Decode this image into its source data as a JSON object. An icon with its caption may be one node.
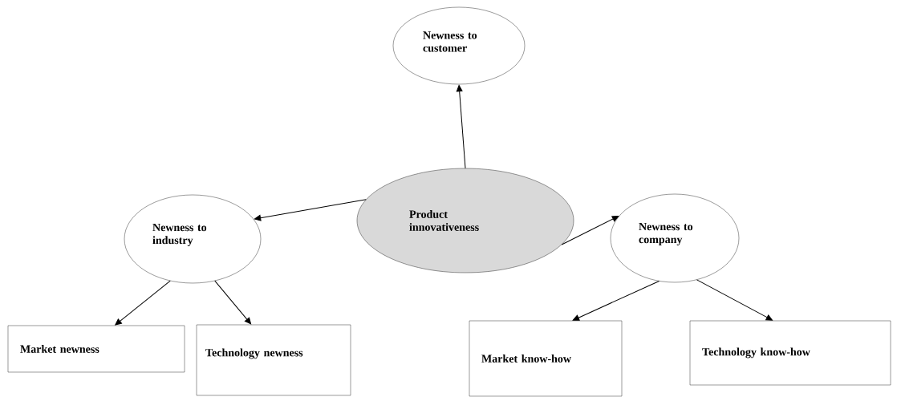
{
  "diagram": {
    "nodes": [
      {
        "text": [
          "Product innovativeness"
        ]
      },
      {
        "text": [
          "Newness to customer"
        ]
      },
      {
        "text": [
          "Newness to industry"
        ]
      },
      {
        "text": [
          "Newness to company"
        ]
      },
      {
        "text": [
          "Market newness"
        ]
      },
      {
        "text": [
          "Technology newness"
        ]
      },
      {
        "text": [
          "Market know-how"
        ]
      },
      {
        "text": [
          "Technology know-how"
        ]
      }
    ],
    "edges": [
      {
        "from": 0,
        "to": 1,
        "arrow": "to"
      },
      {
        "from": 0,
        "to": 2,
        "arrow": "to"
      },
      {
        "from": 0,
        "to": 3,
        "arrow": "to"
      },
      {
        "from": 2,
        "to": 4,
        "arrow": "to"
      },
      {
        "from": 2,
        "to": 5,
        "arrow": "to"
      },
      {
        "from": 3,
        "to": 6,
        "arrow": "to"
      },
      {
        "from": 3,
        "to": 7,
        "arrow": "to"
      }
    ]
  }
}
